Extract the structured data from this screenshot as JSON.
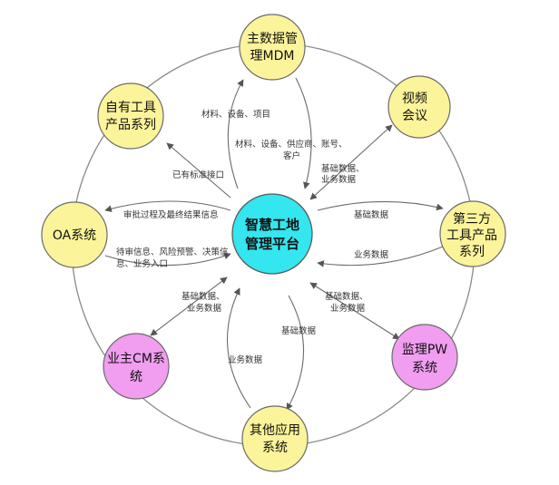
{
  "colors": {
    "yellow": "#fbf49a",
    "pink": "#f19df0",
    "cyan": "#33e6ef",
    "stroke": "#6b6b6b",
    "ring": "#8a8a8a",
    "arrow": "#6b6b6b"
  },
  "center": {
    "line1": "智慧工地",
    "line2": "管理平台"
  },
  "nodes": {
    "mdm": {
      "line1": "主数据管",
      "line2": "理MDM"
    },
    "video": {
      "line1": "视频",
      "line2": "会议"
    },
    "third": {
      "line1": "第三方",
      "line2": "工具产品",
      "line3": "系列"
    },
    "pw": {
      "line1": "监理PW",
      "line2": "系统"
    },
    "other": {
      "line1": "其他应用",
      "line2": "系统"
    },
    "cm": {
      "line1": "业主CM系",
      "line2": "统"
    },
    "oa": {
      "line1": "OA系统"
    },
    "own": {
      "line1": "自有工具",
      "line2": "产品系列"
    }
  },
  "labels": {
    "mdm_out": "材料、设备、项目",
    "mdm_in_1": "材料、设备、供应商、账号、",
    "mdm_in_2": "客户",
    "video_1": "基础数据、",
    "video_2": "业务数据",
    "third_out": "基础数据",
    "third_in": "业务数据",
    "pw_1": "基础数据、",
    "pw_2": "业务数据",
    "other_out": "基础数据",
    "other_in": "业务数据",
    "cm_1": "基础数据、",
    "cm_2": "业务数据",
    "oa_in": "审批过程及最终结果信息",
    "oa_out_1": "待审信息、风险预警、决策信",
    "oa_out_2": "息、业务入口",
    "own": "已有标准接口"
  }
}
